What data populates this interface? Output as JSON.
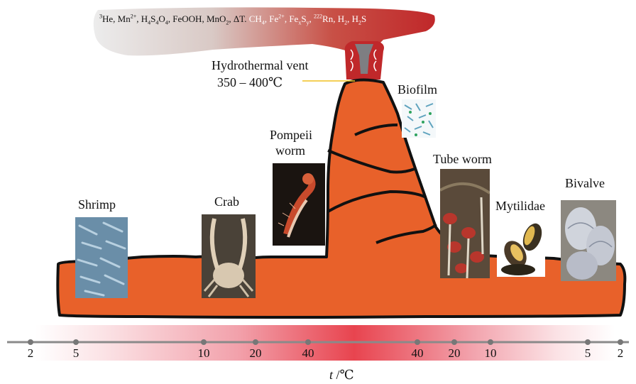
{
  "plume": {
    "species": [
      {
        "base": "",
        "sup": "3",
        "rest": "He",
        "sub": "",
        "hot": false
      },
      {
        "base": "Mn",
        "sup": "2+",
        "rest": "",
        "sub": "",
        "hot": false
      },
      {
        "base": "H",
        "sub": "4",
        "rest": "S",
        "sub2": "4",
        "rest2": "O",
        "sub3": "4",
        "hot": false
      },
      {
        "base": "FeOOH",
        "hot": false
      },
      {
        "base": "MnO",
        "sub": "2",
        "hot": false
      },
      {
        "base": "ΔT",
        "hot": false
      },
      {
        "base": "CH",
        "sub": "4",
        "hot": true
      },
      {
        "base": "Fe",
        "sup": "2+",
        "hot": true
      },
      {
        "base": "Fe",
        "sub": "x",
        "rest": "S",
        "sub2": "y",
        "hot": true
      },
      {
        "base": "",
        "sup": "222",
        "rest": "Rn",
        "hot": true
      },
      {
        "base": "H",
        "sub": "2",
        "hot": true
      },
      {
        "base": "H",
        "sub": "2",
        "rest": "S",
        "hot": true
      }
    ]
  },
  "labels": {
    "vent": "Hydrothermal vent",
    "vent_temp": "350 – 400℃",
    "biofilm": "Biofilm",
    "pompeii_line1": "Pompeii",
    "pompeii_line2": "worm",
    "tube_worm": "Tube worm",
    "mytilidae": "Mytilidae",
    "bivalve": "Bivalve",
    "shrimp": "Shrimp",
    "crab": "Crab"
  },
  "axis": {
    "label_italic": "t",
    "label_unit": " /℃",
    "ticks": [
      "2",
      "5",
      "10",
      "20",
      "40",
      "40",
      "20",
      "10",
      "5",
      "2"
    ]
  },
  "colors": {
    "mound": "#e8612a",
    "outline": "#111111",
    "plume_hot": "#c0282a",
    "plume_cold": "#d8d8d8",
    "gradient_hot": "#e8444f",
    "axis": "#8a8a8a"
  }
}
